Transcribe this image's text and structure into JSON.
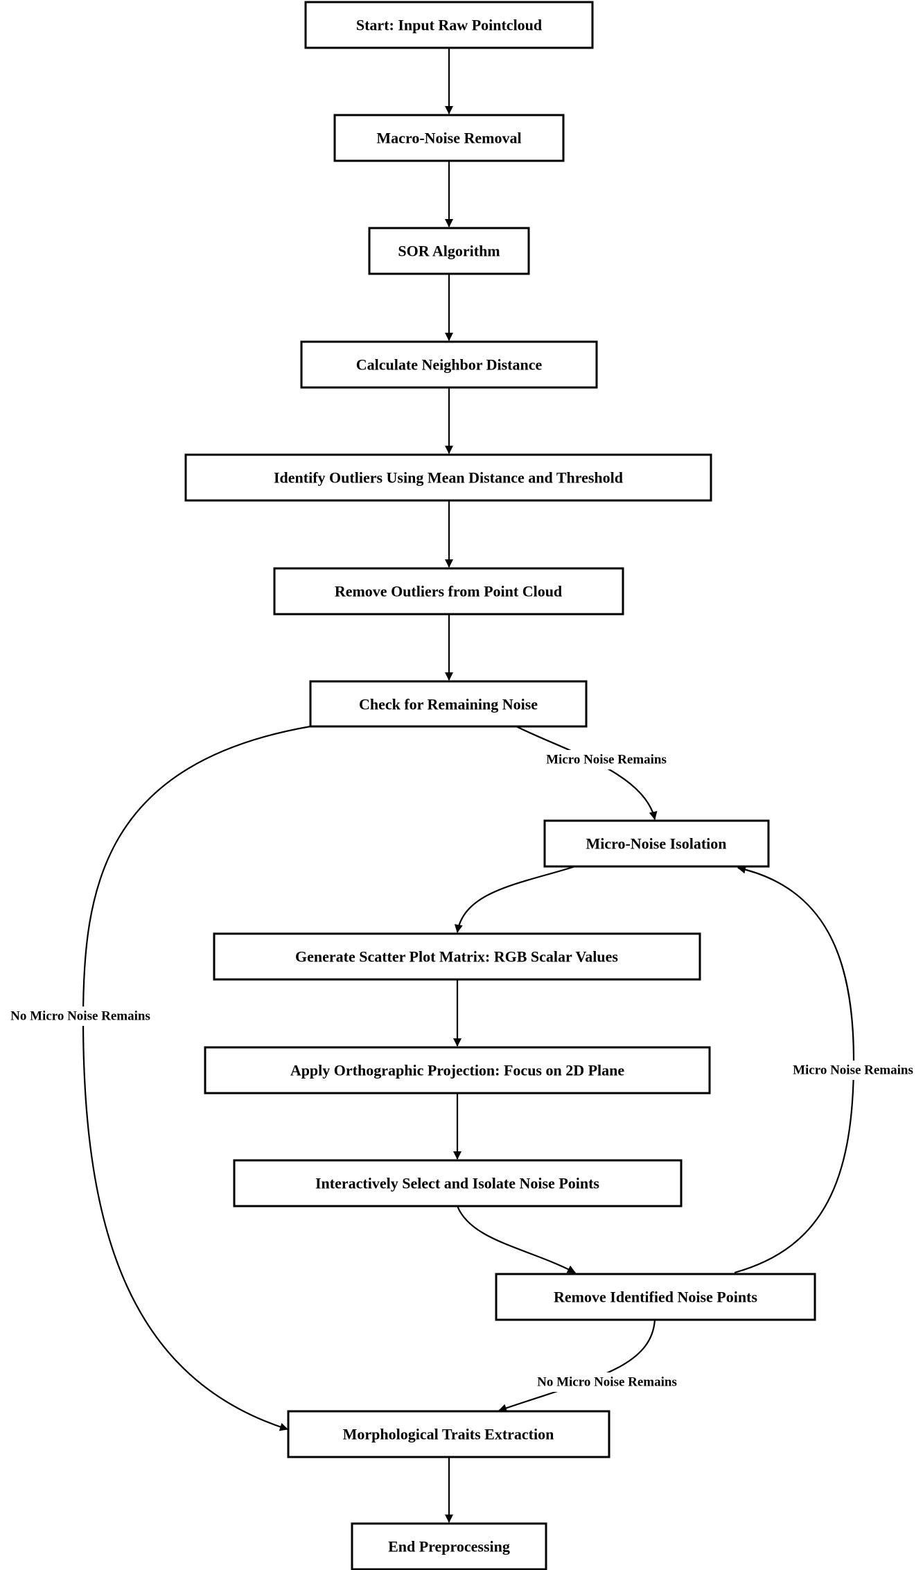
{
  "nodes": {
    "start": "Start: Input Raw Pointcloud",
    "macro": "Macro-Noise Removal",
    "sor": "SOR Algorithm",
    "calc": "Calculate Neighbor Distance",
    "identify": "Identify Outliers Using Mean Distance and Threshold",
    "remove_outliers": "Remove Outliers from Point Cloud",
    "check": "Check for Remaining Noise",
    "micro_iso": "Micro-Noise Isolation",
    "scatter": "Generate Scatter Plot Matrix: RGB Scalar Values",
    "ortho": "Apply Orthographic Projection: Focus on 2D Plane",
    "select": "Interactively Select and Isolate Noise Points",
    "remove_identified": "Remove Identified Noise Points",
    "morph": "Morphological Traits Extraction",
    "end": "End Preprocessing"
  },
  "edge_labels": {
    "check_to_micro": "Micro Noise Remains",
    "check_to_morph": "No Micro Noise Remains",
    "remove_to_micro": "Micro Noise Remains",
    "remove_to_morph": "No Micro Noise Remains"
  }
}
